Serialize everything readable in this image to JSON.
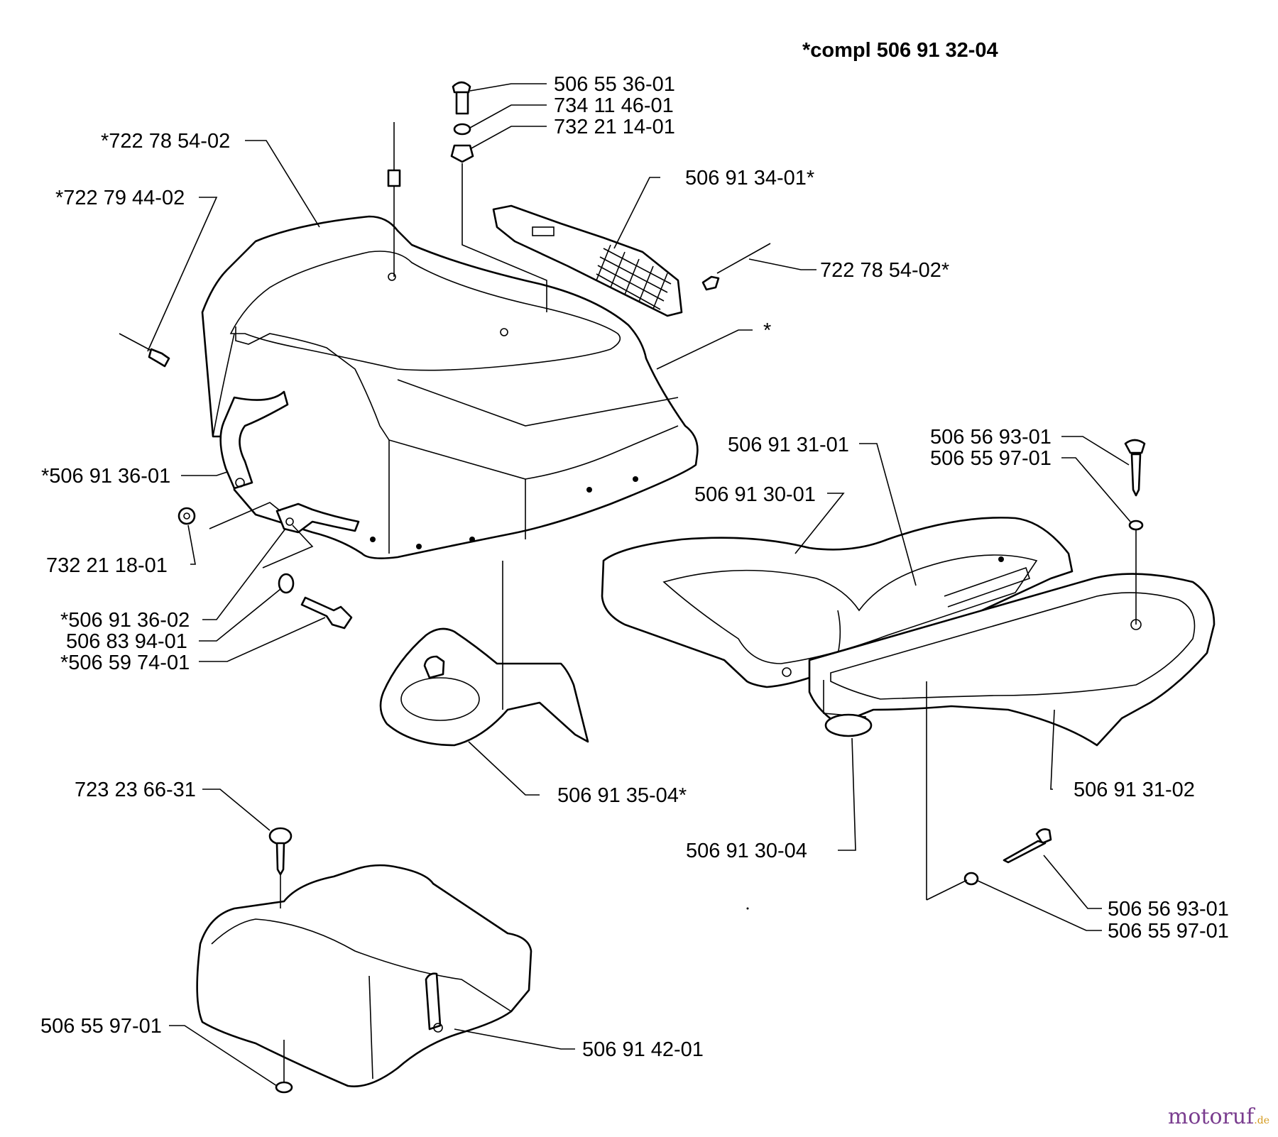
{
  "header_note": "*compl 506 91 32-04",
  "labels": {
    "p_506_55_36_01": "506 55 36-01",
    "p_734_11_46_01": "734 11 46-01",
    "p_732_21_14_01": "732 21 14-01",
    "p_722_78_54_02_star_left": "*722 78 54-02",
    "p_722_79_44_02": "*722 79 44-02",
    "p_506_91_34_01": "506 91 34-01*",
    "p_722_78_54_02_right": "722 78 54-02*",
    "p_asterisk": "*",
    "p_506_91_36_01": "*506 91 36-01",
    "p_732_21_18_01": "732 21 18-01",
    "p_506_91_36_02": "*506 91 36-02",
    "p_506_83_94_01": "506 83 94-01",
    "p_506_59_74_01": "*506 59 74-01",
    "p_506_91_31_01": "506 91 31-01",
    "p_506_91_30_01": "506 91 30-01",
    "p_506_56_93_01_top": "506 56 93-01",
    "p_506_55_97_01_top": "506 55 97-01",
    "p_506_91_35_04": "506 91 35-04*",
    "p_506_91_31_02": "506 91 31-02",
    "p_723_23_66_31": "723 23 66-31",
    "p_506_91_30_04": "506 91 30-04",
    "p_506_56_93_01_bottom": "506 56 93-01",
    "p_506_55_97_01_bottom": "506 55 97-01",
    "p_506_55_97_01_left": "506 55 97-01",
    "p_506_91_42_01": "506 91 42-01"
  },
  "watermark": {
    "brand": "motoruf",
    "tld": ".de"
  }
}
